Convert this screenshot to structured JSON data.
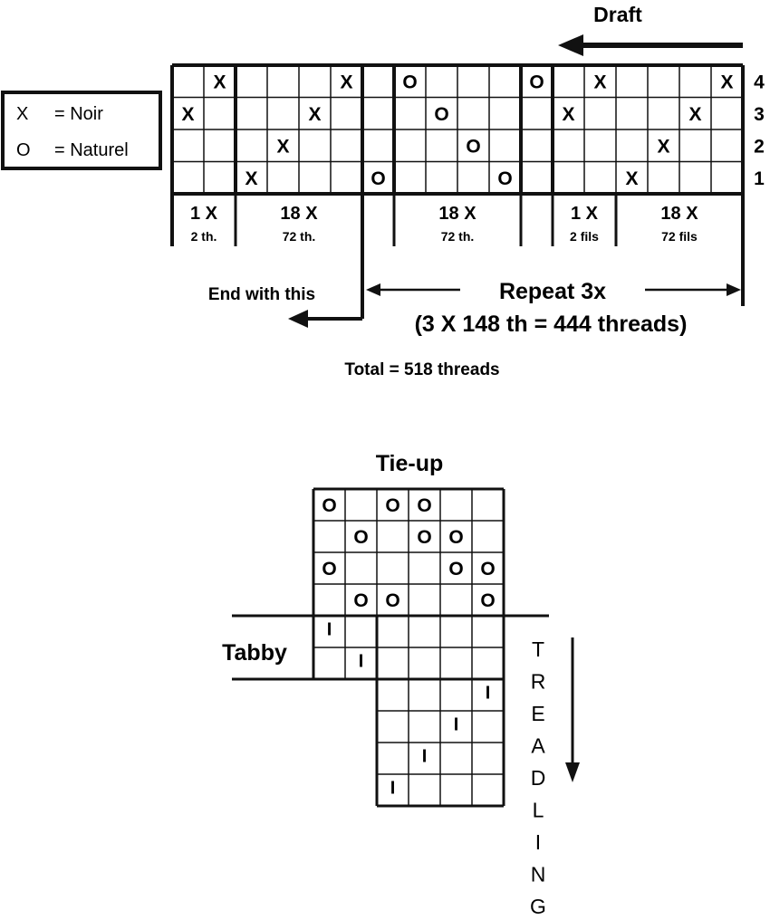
{
  "draft": {
    "title": "Draft",
    "shaft_numbers": [
      "4",
      "3",
      "2",
      "1"
    ],
    "rows": [
      [
        "",
        "X",
        "",
        "",
        "",
        "X",
        "",
        "O",
        "",
        "",
        "",
        "O",
        "",
        "X",
        "",
        "",
        "",
        "X"
      ],
      [
        "X",
        "",
        "",
        "",
        "X",
        "",
        "",
        "",
        "O",
        "",
        "",
        "",
        "X",
        "",
        "",
        "",
        "X",
        ""
      ],
      [
        "",
        "",
        "",
        "X",
        "",
        "",
        "",
        "",
        "",
        "O",
        "",
        "",
        "",
        "",
        "",
        "X",
        "",
        ""
      ],
      [
        "",
        "",
        "X",
        "",
        "",
        "",
        "O",
        "",
        "",
        "",
        "O",
        "",
        "",
        "",
        "X",
        "",
        "",
        ""
      ]
    ],
    "groups": [
      {
        "count": "1 X",
        "threads": "2 th."
      },
      {
        "count": "18 X",
        "threads": "72 th."
      },
      {
        "count": "18 X",
        "threads": "72 th."
      },
      {
        "count": "1 X",
        "threads": "2 fils"
      },
      {
        "count": "18 X",
        "threads": "72 fils"
      }
    ]
  },
  "legend": {
    "items": [
      {
        "symbol": "X",
        "meaning": "= Noir"
      },
      {
        "symbol": "O",
        "meaning": "= Naturel"
      }
    ]
  },
  "annotations": {
    "end_with": "End with this",
    "repeat": "Repeat 3x",
    "repeat_detail": "(3 X 148 th = 444 threads)",
    "total": "Total = 518 threads"
  },
  "tieup": {
    "title": "Tie-up",
    "rows": [
      [
        "O",
        "",
        "O",
        "O",
        "",
        ""
      ],
      [
        "",
        "O",
        "",
        "O",
        "O",
        ""
      ],
      [
        "O",
        "",
        "",
        "",
        "O",
        "O"
      ],
      [
        "",
        "O",
        "O",
        "",
        "",
        "O"
      ]
    ]
  },
  "treadling": {
    "tabby_label": "Tabby",
    "label_letters": [
      "T",
      "R",
      "E",
      "A",
      "D",
      "L",
      "I",
      "N",
      "G"
    ],
    "rows": [
      [
        "I",
        "",
        "",
        "",
        "",
        ""
      ],
      [
        "",
        "I",
        "",
        "",
        "",
        ""
      ],
      [
        "",
        "",
        "",
        "",
        "",
        "I"
      ],
      [
        "",
        "",
        "",
        "",
        "I",
        ""
      ],
      [
        "",
        "",
        "",
        "I",
        "",
        ""
      ],
      [
        "",
        "",
        "I",
        "",
        "",
        ""
      ]
    ]
  }
}
